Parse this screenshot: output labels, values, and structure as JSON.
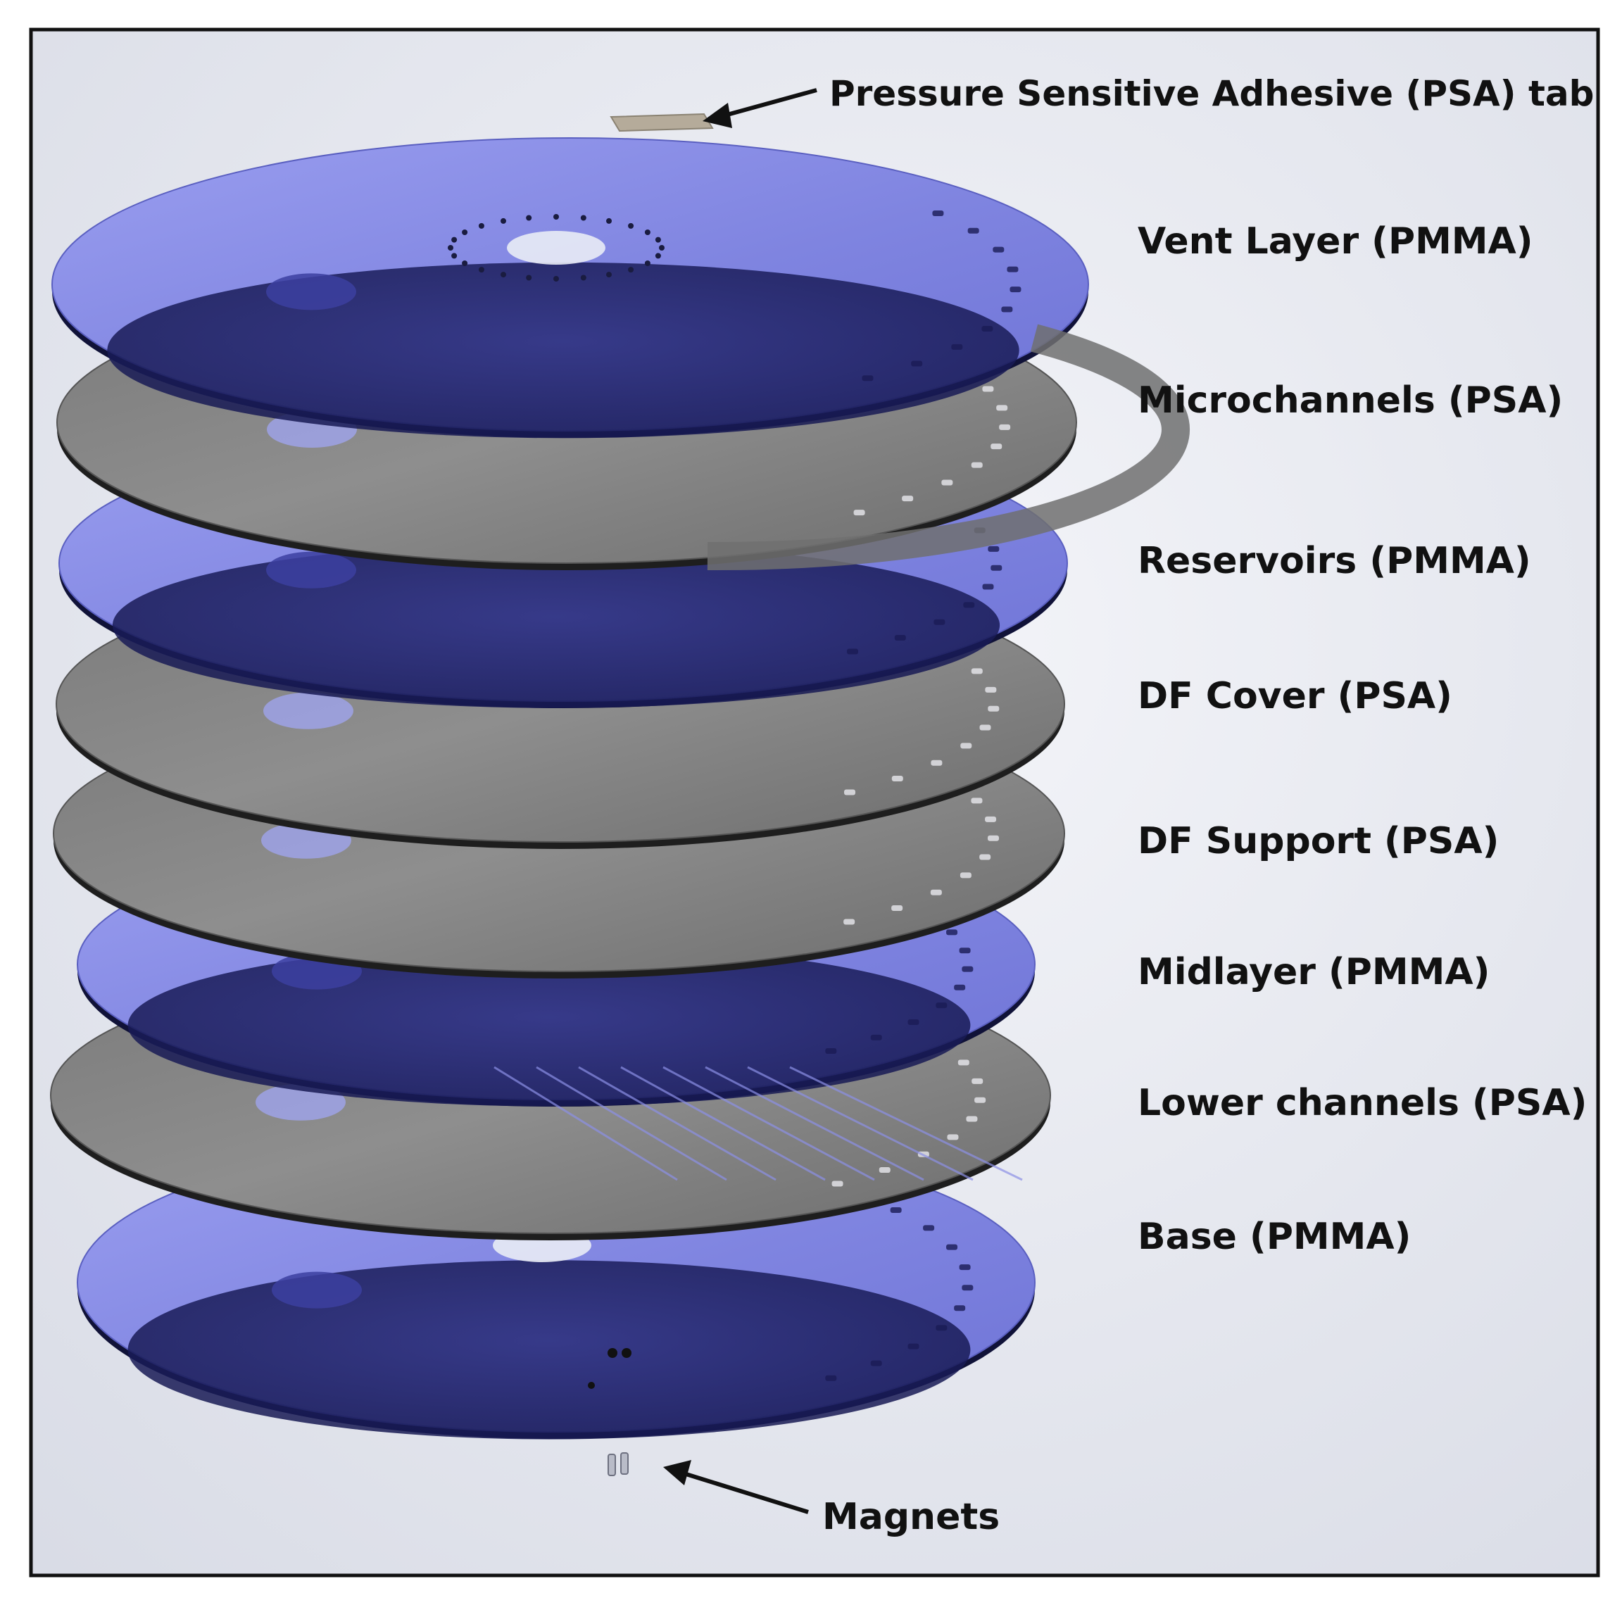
{
  "callouts": {
    "psa_tab": "Pressure Sensitive Adhesive (PSA) tab",
    "magnets": "Magnets"
  },
  "layers": [
    {
      "id": "vent",
      "label": "Vent Layer (PMMA)",
      "material": "PMMA"
    },
    {
      "id": "microchannels",
      "label": "Microchannels (PSA)",
      "material": "PSA"
    },
    {
      "id": "reservoirs",
      "label": "Reservoirs (PMMA)",
      "material": "PMMA"
    },
    {
      "id": "df-cover",
      "label": "DF Cover (PSA)",
      "material": "PSA"
    },
    {
      "id": "df-support",
      "label": "DF Support (PSA)",
      "material": "PSA"
    },
    {
      "id": "midlayer",
      "label": "Midlayer (PMMA)",
      "material": "PMMA"
    },
    {
      "id": "lower-channels",
      "label": "Lower channels (PSA)",
      "material": "PSA"
    },
    {
      "id": "base",
      "label": "Base  (PMMA)",
      "material": "PMMA"
    }
  ],
  "colors": {
    "PMMA": "#8a8ee8",
    "PMMA_dark": "#1d1f66",
    "PSA": "#8c8c8c",
    "PSA_dark": "#3a3a3a",
    "background": "#e4e7ef",
    "frame": "#111111"
  }
}
